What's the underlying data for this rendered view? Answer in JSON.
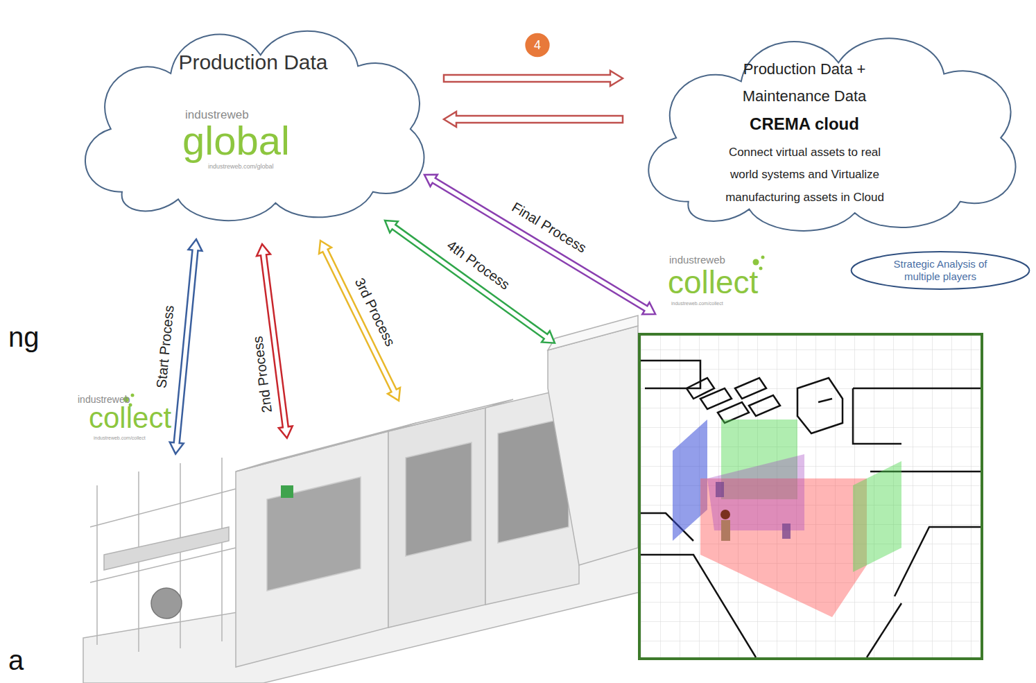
{
  "diagram": {
    "nodes": [
      {
        "text": [
          "Production Data",
          "industreweb",
          "global",
          "industreweb.com/global"
        ]
      },
      {
        "text": [
          "Production Data + Maintenance Data",
          "CREMA cloud",
          "Connect virtual assets to real world systems and Virtualize manufacturing assets in Cloud"
        ]
      },
      {
        "text": [
          "Strategic Analysis of multiple players"
        ]
      },
      {
        "text": [
          "4"
        ]
      }
    ],
    "edges": [
      {
        "from": 0,
        "to": 1,
        "arrow": "to"
      },
      {
        "from": 1,
        "to": 0,
        "arrow": "to"
      }
    ],
    "labels": [
      "Start Process",
      "2nd Process",
      "3rd Process",
      "4th Process",
      "Final Process",
      "industreweb",
      "collect",
      "industreweb.com/collect",
      "industreweb",
      "collect",
      "industreweb.com/collect",
      "ng",
      "a"
    ]
  }
}
